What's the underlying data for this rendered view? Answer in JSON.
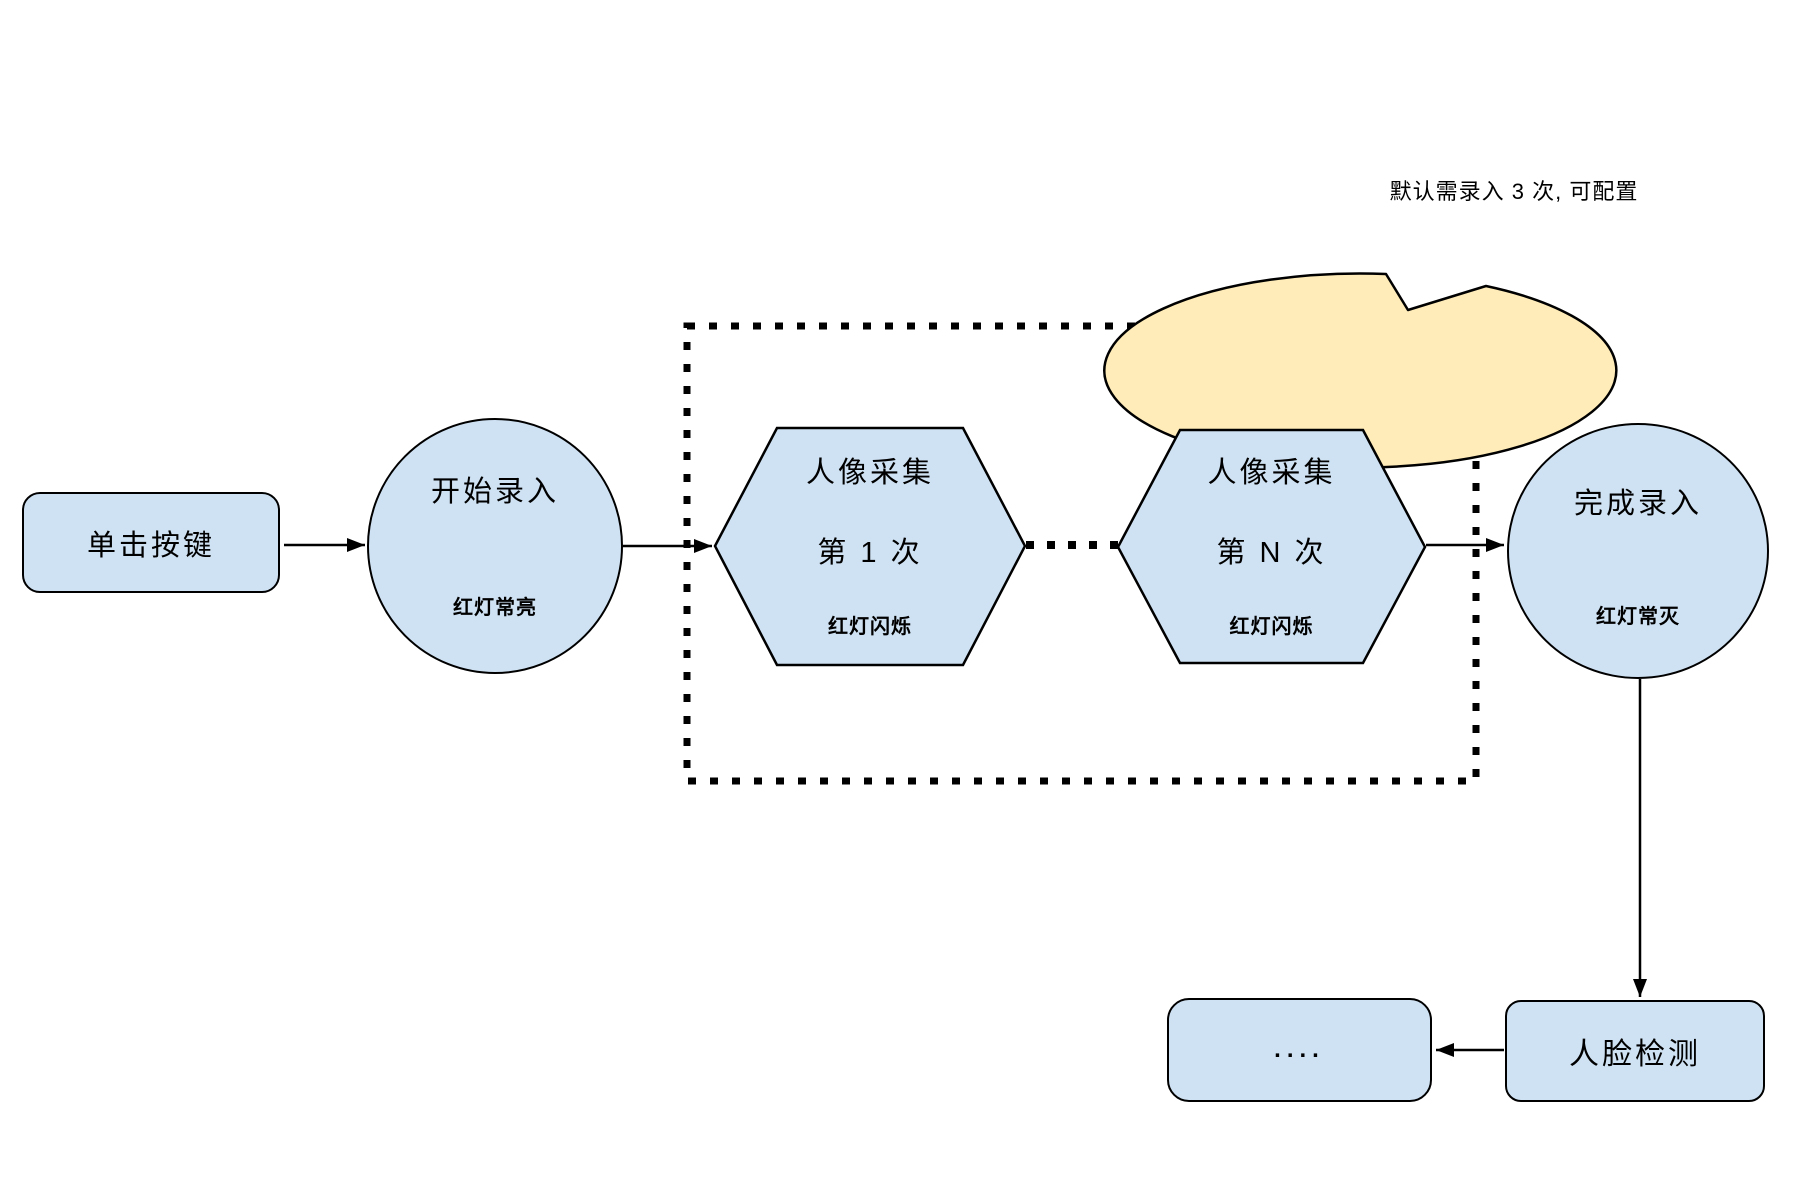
{
  "diagram": {
    "note_bubble": {
      "text": "默认需录入 3 次, 可配置"
    },
    "nodes": {
      "click_button": {
        "label": "单击按键"
      },
      "start": {
        "title": "开始录入",
        "status": "红灯常亮"
      },
      "capture_first": {
        "line1": "人像采集",
        "line2": "第 1 次",
        "status": "红灯闪烁"
      },
      "capture_nth": {
        "line1": "人像采集",
        "line2": "第 N 次",
        "status": "红灯闪烁"
      },
      "finish": {
        "title": "完成录入",
        "status": "红灯常灭"
      },
      "face_detect": {
        "label": "人脸检测"
      },
      "more": {
        "label": "...."
      }
    },
    "colors": {
      "node_fill": "#cfe2f3",
      "note_fill": "#ffecb8",
      "stroke": "#000000"
    }
  }
}
